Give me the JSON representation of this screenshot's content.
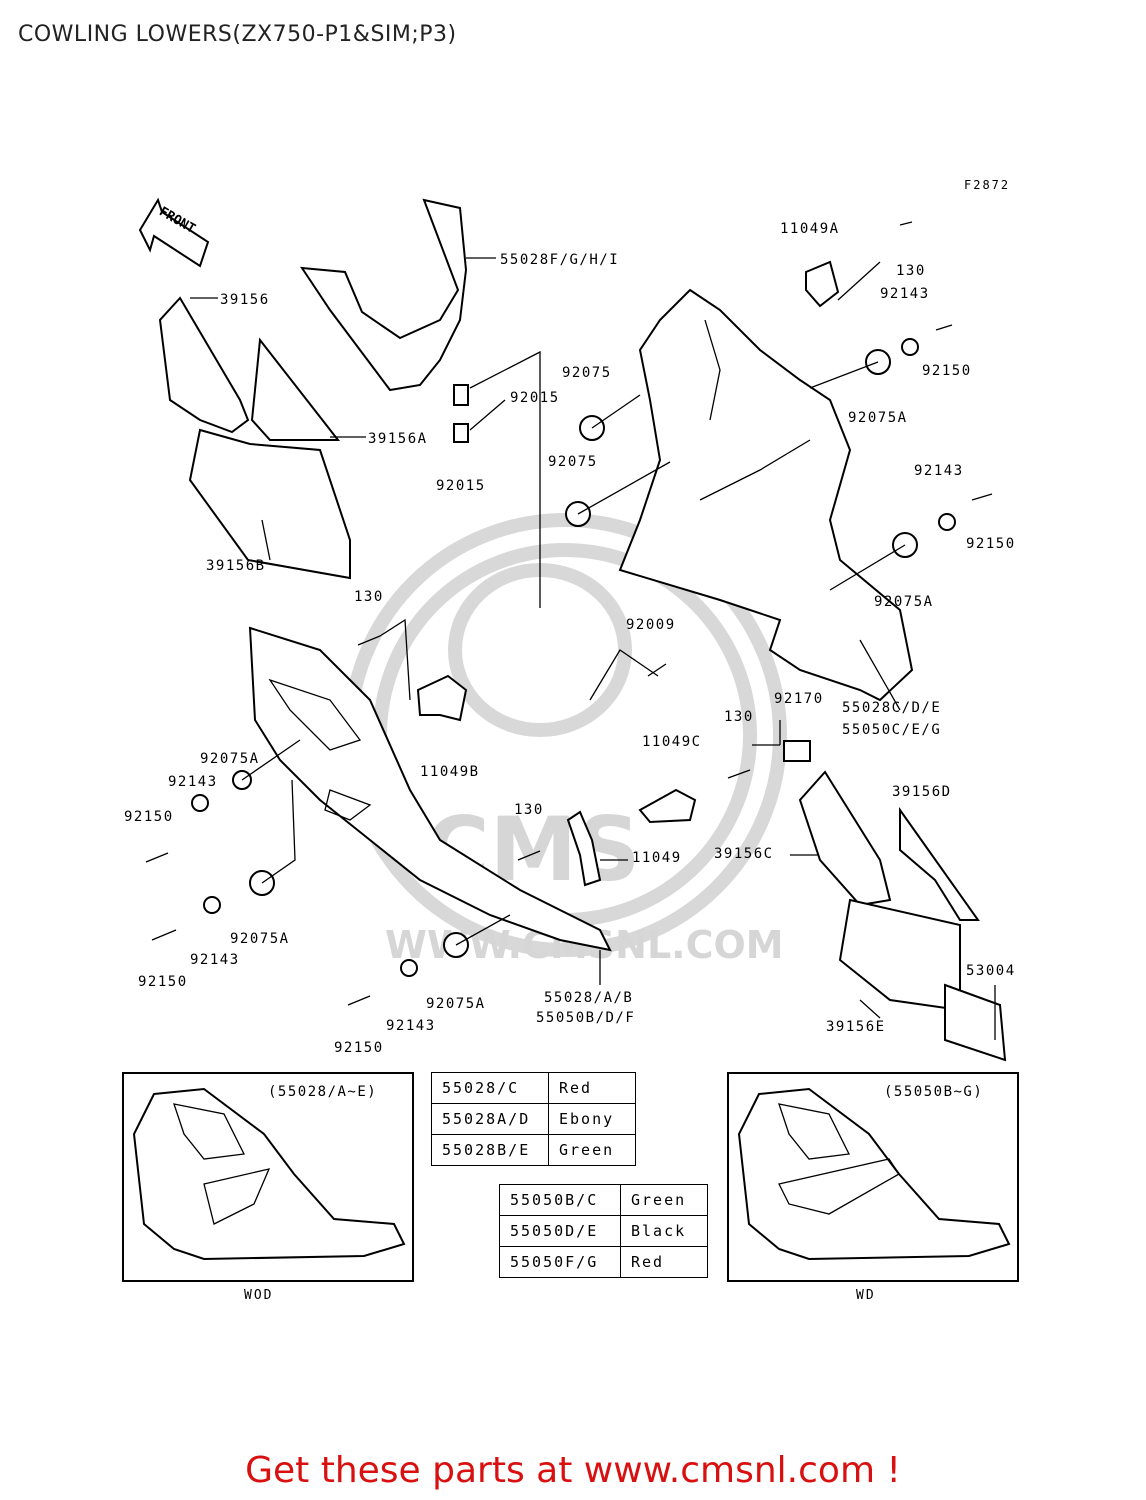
{
  "title": "COWLING LOWERS(ZX750-P1&SIM;P3)",
  "figure_code": "F2872",
  "front_arrow_label": "FRONT",
  "callouts": {
    "c55028fghi": "55028F/G/H/I",
    "c39156": "39156",
    "c39156a": "39156A",
    "c39156b": "39156B",
    "c92015a": "92015",
    "c92015b": "92015",
    "c92075a": "92075",
    "c92075b": "92075",
    "c11049a": "11049A",
    "c130a": "130",
    "c92143a": "92143",
    "c92150a": "92150",
    "c92075Aa": "92075A",
    "c92143b": "92143",
    "c92150b": "92150",
    "c92075Ab": "92075A",
    "c92009": "92009",
    "c92170": "92170",
    "c55028cde": "55028C/D/E",
    "c55050ceg": "55050C/E/G",
    "c130b": "130",
    "c11049b": "11049B",
    "c11049c": "11049C",
    "c130c": "130",
    "c92075Ac": "92075A",
    "c92143c": "92143",
    "c92150c": "92150",
    "c92075Ad": "92075A",
    "c92143d": "92143",
    "c92150d": "92150",
    "c130d": "130",
    "c11049": "11049",
    "c39156d": "39156D",
    "c39156c": "39156C",
    "c53004": "53004",
    "c39156e": "39156E",
    "c92075Ae": "92075A",
    "c92143e": "92143",
    "c92150e": "92150",
    "c55028ab": "55028/A/B",
    "c55050bdf": "55050B/D/F"
  },
  "inset_left": {
    "caption": "(55028/A~E)",
    "below": "WOD"
  },
  "inset_right": {
    "caption": "(55050B~G)",
    "below": "WD"
  },
  "color_table_1": [
    {
      "part": "55028/C",
      "color": "Red"
    },
    {
      "part": "55028A/D",
      "color": "Ebony"
    },
    {
      "part": "55028B/E",
      "color": "Green"
    }
  ],
  "color_table_2": [
    {
      "part": "55050B/C",
      "color": "Green"
    },
    {
      "part": "55050D/E",
      "color": "Black"
    },
    {
      "part": "55050F/G",
      "color": "Red"
    }
  ],
  "watermark": "WWW.CMSNL.COM",
  "footer": "Get these parts at www.cmsnl.com !",
  "colors": {
    "footer": "#d81010",
    "line": "#000000",
    "watermark": "#d8d8d8"
  }
}
